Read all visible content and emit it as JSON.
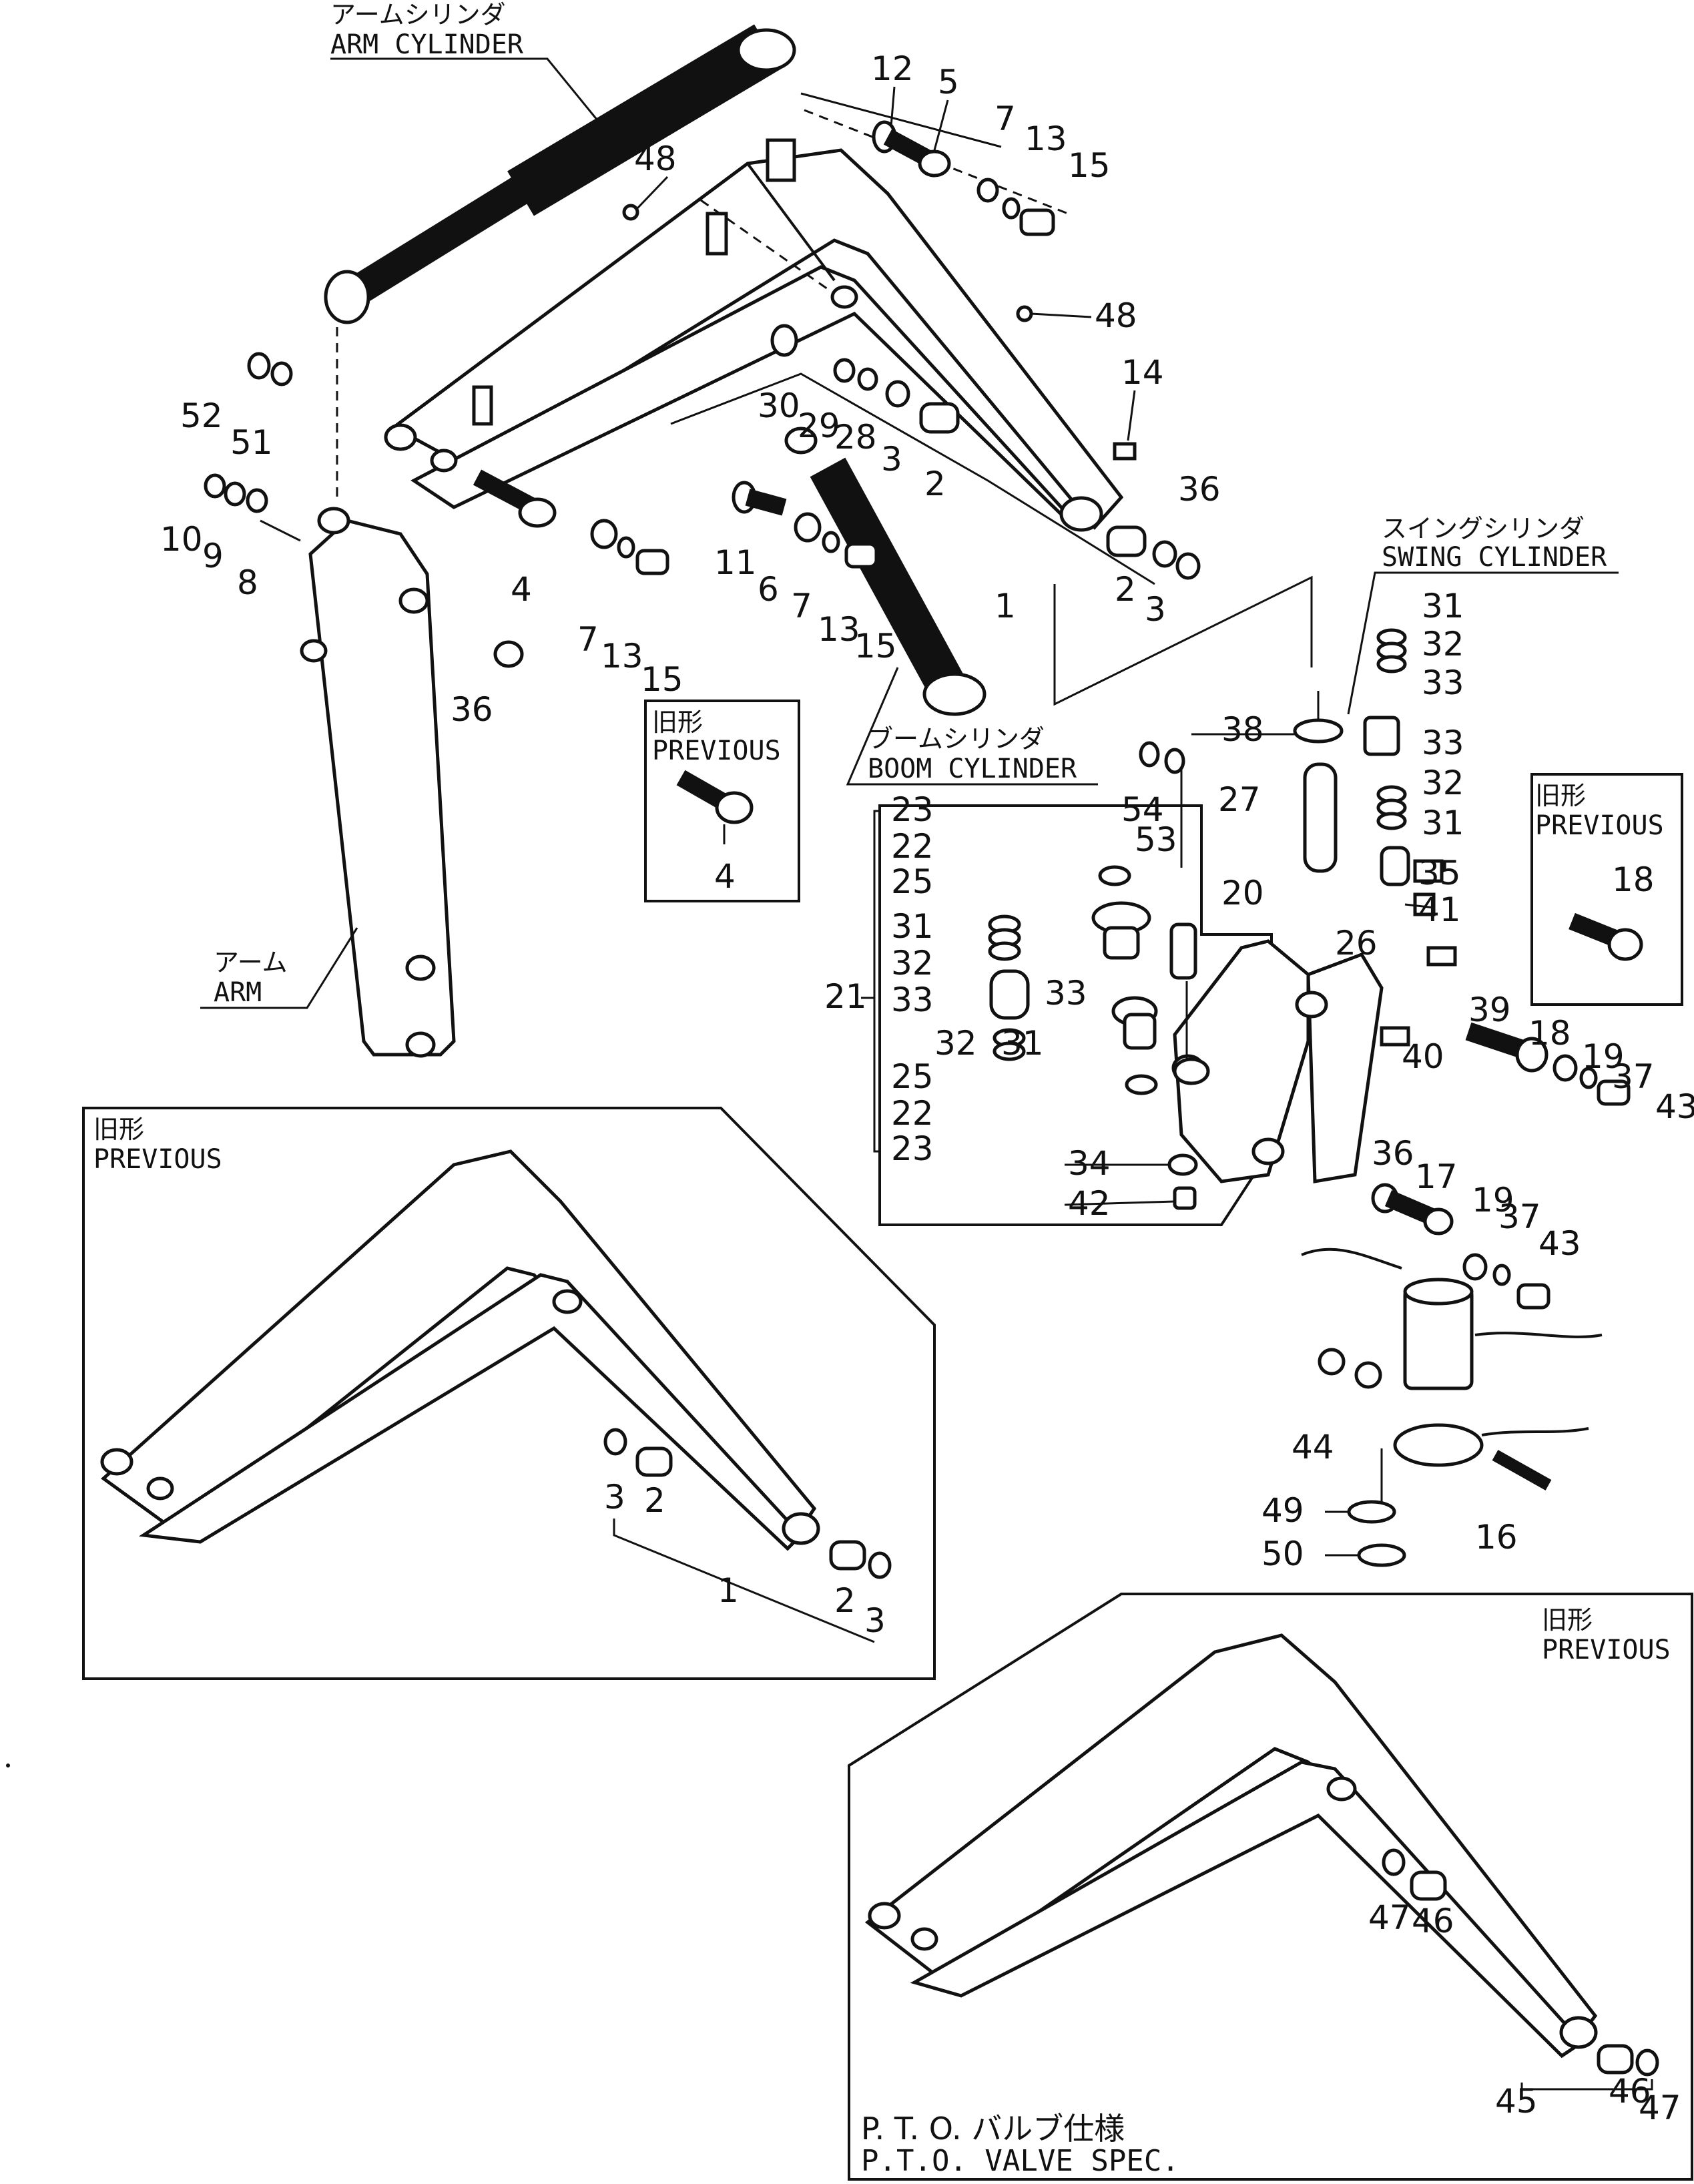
{
  "captions": {
    "arm_cylinder_jp": "アームシリンダ",
    "arm_cylinder_en": "ARM CYLINDER",
    "swing_cylinder_jp": "スイングシリンダ",
    "swing_cylinder_en": "SWING CYLINDER",
    "boom_cylinder_jp": "ブームシリンダ",
    "boom_cylinder_en": "BOOM CYLINDER",
    "arm_jp": "アーム",
    "arm_en": "ARM",
    "pto_jp": "P. T. O. バルブ仕様",
    "pto_en": "P.T.O. VALVE SPEC."
  },
  "insets": {
    "previous_jp": "旧形",
    "previous_en": "PREVIOUS",
    "pin4_callout": "4",
    "pin18_callout": "18"
  },
  "callouts": {
    "c1": "1",
    "c2": "2",
    "c3": "3",
    "c4": "4",
    "c5": "5",
    "c6": "6",
    "c7": "7",
    "c8": "8",
    "c9": "9",
    "c10": "10",
    "c11": "11",
    "c12": "12",
    "c13": "13",
    "c14": "14",
    "c15": "15",
    "c16": "16",
    "c17": "17",
    "c18": "18",
    "c19": "19",
    "c20": "20",
    "c21": "21",
    "c22": "22",
    "c23": "23",
    "c25": "25",
    "c26": "26",
    "c27": "27",
    "c28": "28",
    "c29": "29",
    "c30": "30",
    "c31": "31",
    "c32": "32",
    "c33": "33",
    "c34": "34",
    "c35": "35",
    "c36": "36",
    "c37": "37",
    "c38": "38",
    "c39": "39",
    "c40": "40",
    "c41": "41",
    "c42": "42",
    "c43": "43",
    "c44": "44",
    "c45": "45",
    "c46": "46",
    "c47": "47",
    "c48": "48",
    "c49": "49",
    "c50": "50",
    "c51": "51",
    "c52": "52",
    "c53": "53",
    "c54": "54"
  }
}
